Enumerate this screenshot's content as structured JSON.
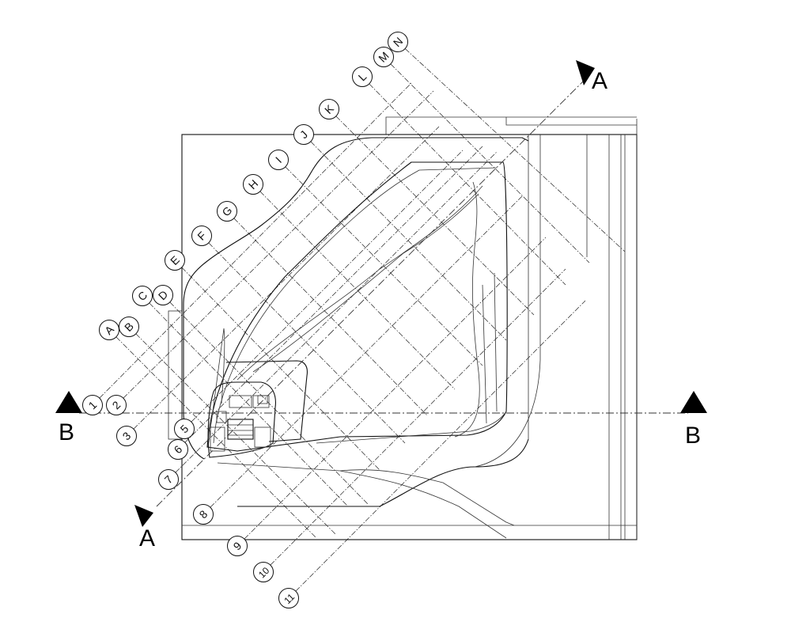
{
  "section_marks": {
    "a_top": "A",
    "a_bottom": "A",
    "b_left": "B",
    "b_right": "B"
  },
  "grid_letters": [
    {
      "id": "A",
      "label": "A"
    },
    {
      "id": "B",
      "label": "B"
    },
    {
      "id": "C",
      "label": "C"
    },
    {
      "id": "D",
      "label": "D"
    },
    {
      "id": "E",
      "label": "E"
    },
    {
      "id": "F",
      "label": "F"
    },
    {
      "id": "G",
      "label": "G"
    },
    {
      "id": "H",
      "label": "H"
    },
    {
      "id": "I",
      "label": "I"
    },
    {
      "id": "J",
      "label": "J"
    },
    {
      "id": "K",
      "label": "K"
    },
    {
      "id": "L",
      "label": "L"
    },
    {
      "id": "M",
      "label": "M"
    },
    {
      "id": "N",
      "label": "N"
    }
  ],
  "grid_numbers": [
    {
      "id": "1",
      "label": "1"
    },
    {
      "id": "2",
      "label": "2"
    },
    {
      "id": "3",
      "label": "3"
    },
    {
      "id": "5",
      "label": "5"
    },
    {
      "id": "6",
      "label": "6"
    },
    {
      "id": "7",
      "label": "7"
    },
    {
      "id": "8",
      "label": "8"
    },
    {
      "id": "9",
      "label": "9"
    },
    {
      "id": "10",
      "label": "10"
    },
    {
      "id": "11",
      "label": "11"
    }
  ]
}
